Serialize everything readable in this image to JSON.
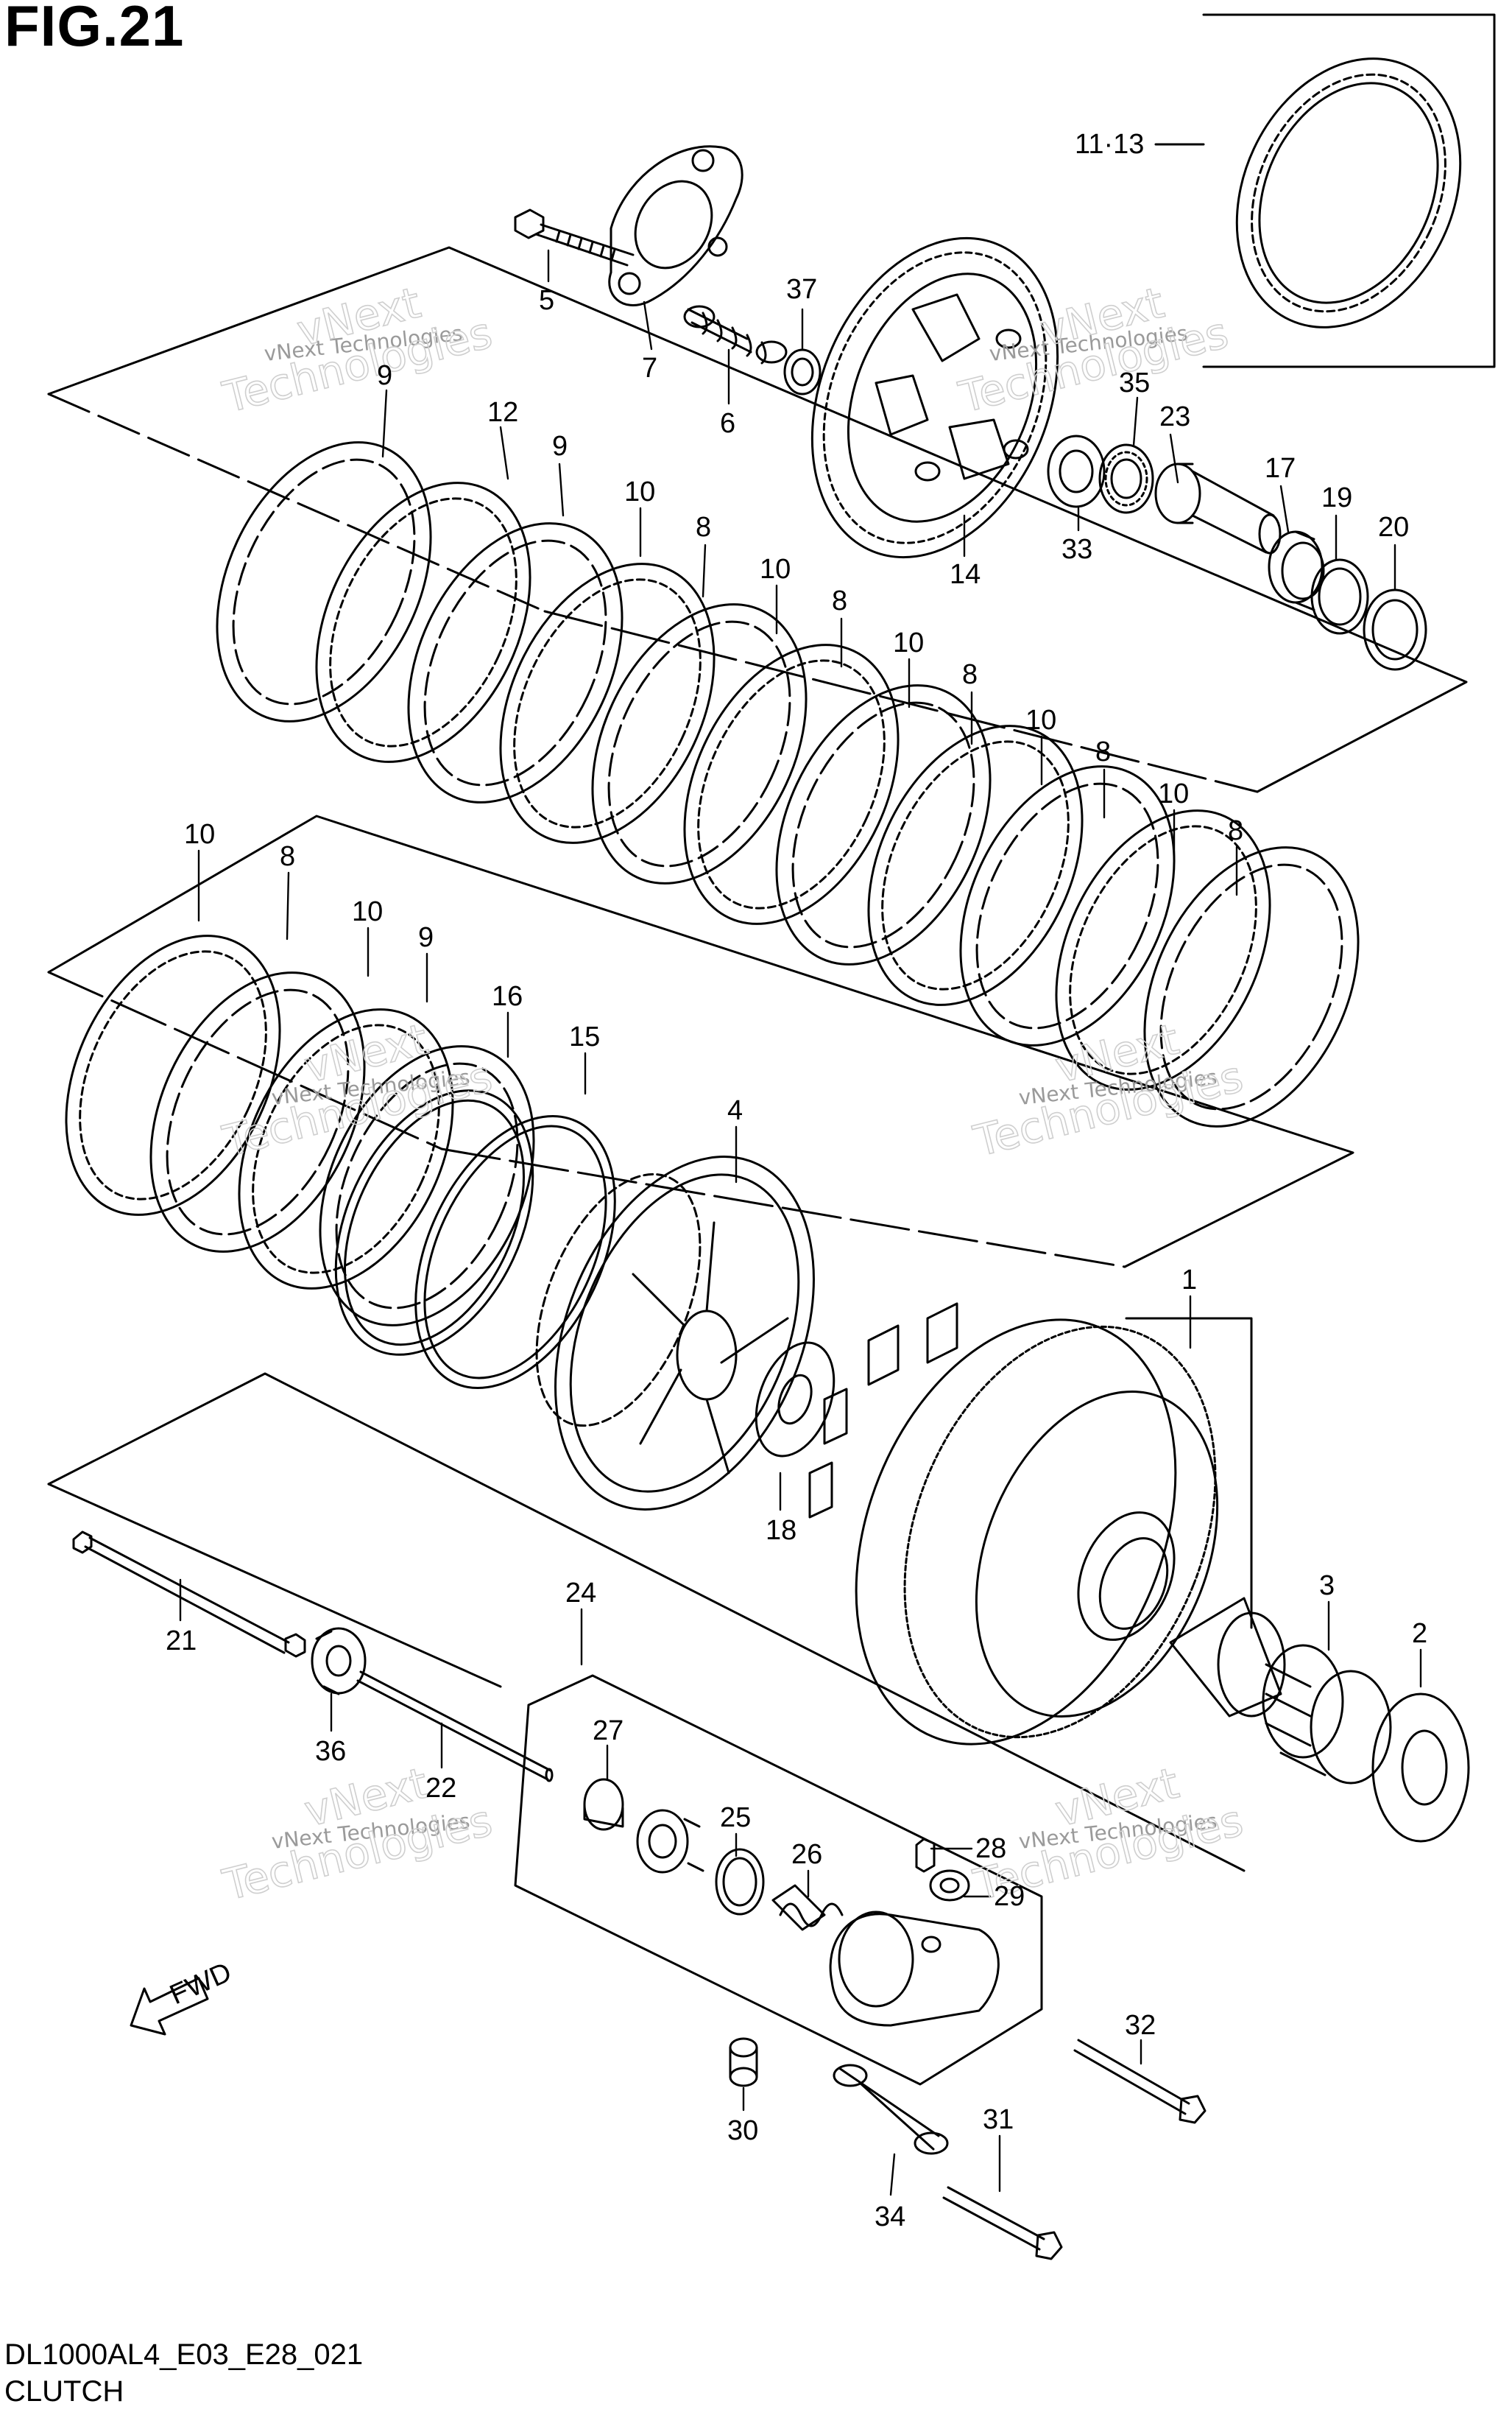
{
  "figure": {
    "title": "FIG.21",
    "code": "DL1000AL4_E03_E28_021",
    "name": "CLUTCH"
  },
  "watermark": {
    "line1": "vNext Technologies",
    "line2": "Technologies",
    "line3": "vNext"
  },
  "fwd_label": "FWD",
  "callouts": [
    {
      "id": "c-11-13",
      "label": "11·13"
    },
    {
      "id": "c-5",
      "label": "5"
    },
    {
      "id": "c-7",
      "label": "7"
    },
    {
      "id": "c-6",
      "label": "6"
    },
    {
      "id": "c-37",
      "label": "37"
    },
    {
      "id": "c-35",
      "label": "35"
    },
    {
      "id": "c-23",
      "label": "23"
    },
    {
      "id": "c-17",
      "label": "17"
    },
    {
      "id": "c-19",
      "label": "19"
    },
    {
      "id": "c-20",
      "label": "20"
    },
    {
      "id": "c-33",
      "label": "33"
    },
    {
      "id": "c-14",
      "label": "14"
    },
    {
      "id": "c-9a",
      "label": "9"
    },
    {
      "id": "c-12",
      "label": "12"
    },
    {
      "id": "c-9b",
      "label": "9"
    },
    {
      "id": "c-10a",
      "label": "10"
    },
    {
      "id": "c-8a",
      "label": "8"
    },
    {
      "id": "c-10b",
      "label": "10"
    },
    {
      "id": "c-8b",
      "label": "8"
    },
    {
      "id": "c-10c",
      "label": "10"
    },
    {
      "id": "c-8c",
      "label": "8"
    },
    {
      "id": "c-10d",
      "label": "10"
    },
    {
      "id": "c-8d",
      "label": "8"
    },
    {
      "id": "c-10e",
      "label": "10"
    },
    {
      "id": "c-8e",
      "label": "8"
    },
    {
      "id": "c-10f",
      "label": "10"
    },
    {
      "id": "c-8f",
      "label": "8"
    },
    {
      "id": "c-10g",
      "label": "10"
    },
    {
      "id": "c-9c",
      "label": "9"
    },
    {
      "id": "c-16",
      "label": "16"
    },
    {
      "id": "c-15",
      "label": "15"
    },
    {
      "id": "c-4",
      "label": "4"
    },
    {
      "id": "c-1",
      "label": "1"
    },
    {
      "id": "c-18",
      "label": "18"
    },
    {
      "id": "c-3",
      "label": "3"
    },
    {
      "id": "c-2",
      "label": "2"
    },
    {
      "id": "c-21",
      "label": "21"
    },
    {
      "id": "c-24",
      "label": "24"
    },
    {
      "id": "c-36",
      "label": "36"
    },
    {
      "id": "c-22",
      "label": "22"
    },
    {
      "id": "c-27",
      "label": "27"
    },
    {
      "id": "c-25",
      "label": "25"
    },
    {
      "id": "c-26",
      "label": "26"
    },
    {
      "id": "c-28",
      "label": "28"
    },
    {
      "id": "c-29",
      "label": "29"
    },
    {
      "id": "c-32",
      "label": "32"
    },
    {
      "id": "c-30",
      "label": "30"
    },
    {
      "id": "c-31",
      "label": "31"
    },
    {
      "id": "c-34",
      "label": "34"
    }
  ]
}
